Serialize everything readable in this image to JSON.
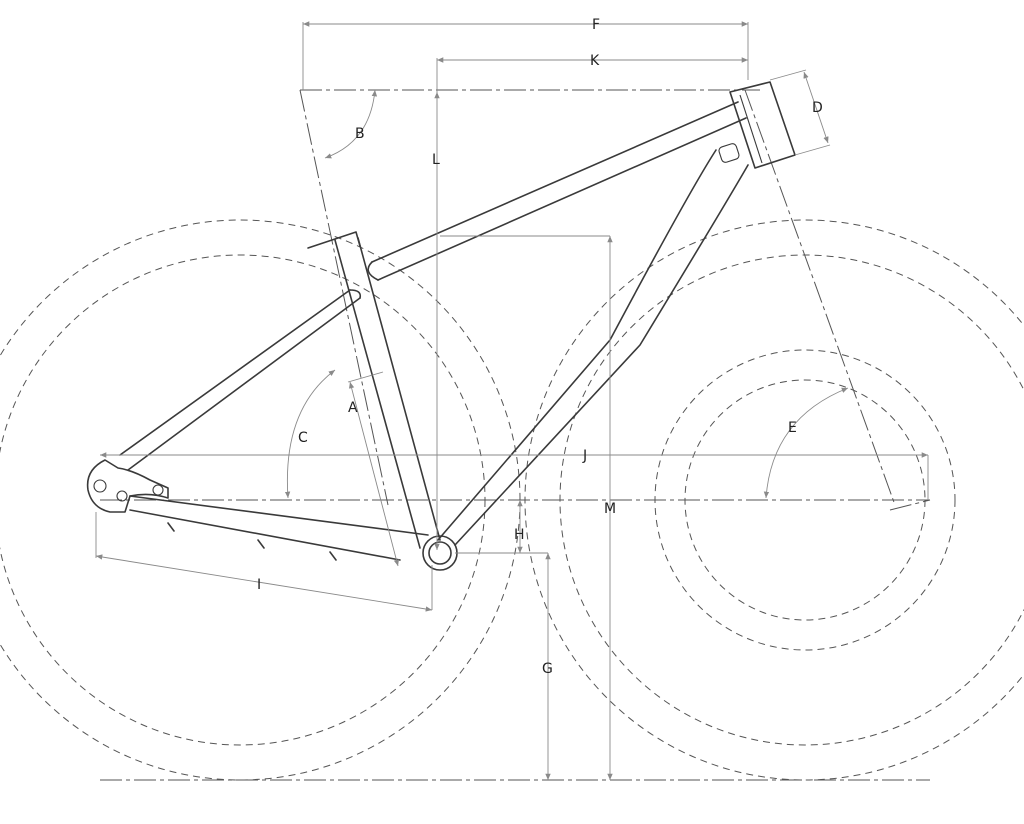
{
  "labels": {
    "A": "A",
    "B": "B",
    "C": "C",
    "D": "D",
    "E": "E",
    "F": "F",
    "G": "G",
    "H": "H",
    "I": "I",
    "J": "J",
    "K": "K",
    "L": "L",
    "M": "M"
  },
  "colors": {
    "frame": "#3a3a3a",
    "dimension": "#8a8a8a",
    "centerline": "#555555"
  }
}
